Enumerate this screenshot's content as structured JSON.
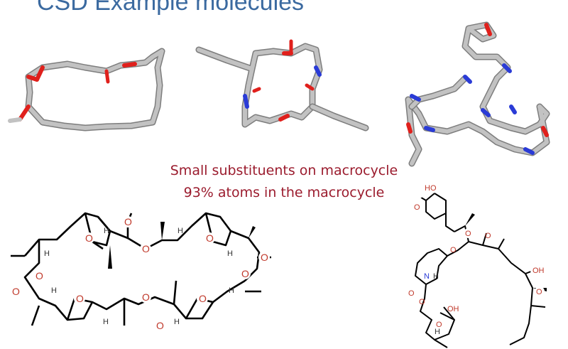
{
  "title": "CSD Example molecules",
  "caption": {
    "line1": "Small substituents on macrocycle",
    "line2": "93% atoms in the macrocycle"
  },
  "atom_labels": {
    "oxygen": "O",
    "hydrogen": "H",
    "nitrogen": "N",
    "hydroxyl": "OH",
    "hydroxyl_left": "HO"
  },
  "colors": {
    "title": "#3b6aa0",
    "caption": "#9b1c2e",
    "carbon_stick": "#b9b9b9",
    "oxygen": "#e0201c",
    "nitrogen": "#2a3bd6",
    "bond": "#000000",
    "heteroatom_label": "#c0392b"
  }
}
